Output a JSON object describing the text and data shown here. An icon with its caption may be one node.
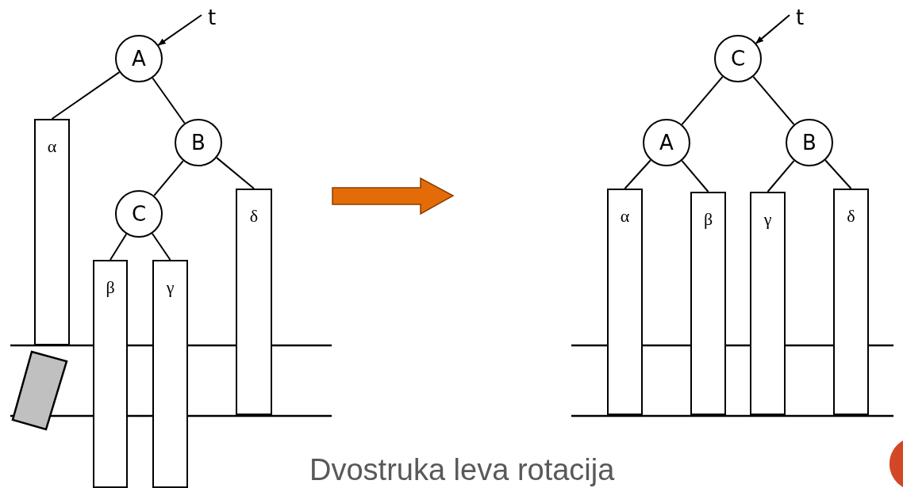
{
  "diagram": {
    "title": "Dvostruka leva rotacija",
    "nodes": [
      {
        "text": [
          "t"
        ]
      },
      {
        "text": [
          "A"
        ]
      },
      {
        "text": [
          "α"
        ]
      },
      {
        "text": [
          "B"
        ]
      },
      {
        "text": [
          "C"
        ]
      },
      {
        "text": [
          "δ"
        ]
      },
      {
        "text": [
          "β"
        ]
      },
      {
        "text": [
          "γ"
        ]
      },
      {
        "text": [
          "t"
        ]
      },
      {
        "text": [
          "C"
        ]
      },
      {
        "text": [
          "A"
        ]
      },
      {
        "text": [
          "B"
        ]
      },
      {
        "text": [
          "α"
        ]
      },
      {
        "text": [
          "β"
        ]
      },
      {
        "text": [
          "γ"
        ]
      },
      {
        "text": [
          "δ"
        ]
      },
      {
        "text": [],
        "shape": "box"
      }
    ],
    "edges": [
      {
        "from": 0,
        "to": 1,
        "arrow": "to"
      },
      {
        "from": 1,
        "to": 2,
        "arrow": "none"
      },
      {
        "from": 1,
        "to": 3,
        "arrow": "none"
      },
      {
        "from": 3,
        "to": 4,
        "arrow": "none"
      },
      {
        "from": 3,
        "to": 5,
        "arrow": "none"
      },
      {
        "from": 4,
        "to": 6,
        "arrow": "none"
      },
      {
        "from": 4,
        "to": 7,
        "arrow": "none"
      },
      {
        "from": 8,
        "to": 9,
        "arrow": "to"
      },
      {
        "from": 9,
        "to": 10,
        "arrow": "none"
      },
      {
        "from": 9,
        "to": 11,
        "arrow": "none"
      },
      {
        "from": 10,
        "to": 12,
        "arrow": "none"
      },
      {
        "from": 10,
        "to": 13,
        "arrow": "none"
      },
      {
        "from": 11,
        "to": 14,
        "arrow": "none"
      },
      {
        "from": 11,
        "to": 15,
        "arrow": "none"
      }
    ]
  }
}
